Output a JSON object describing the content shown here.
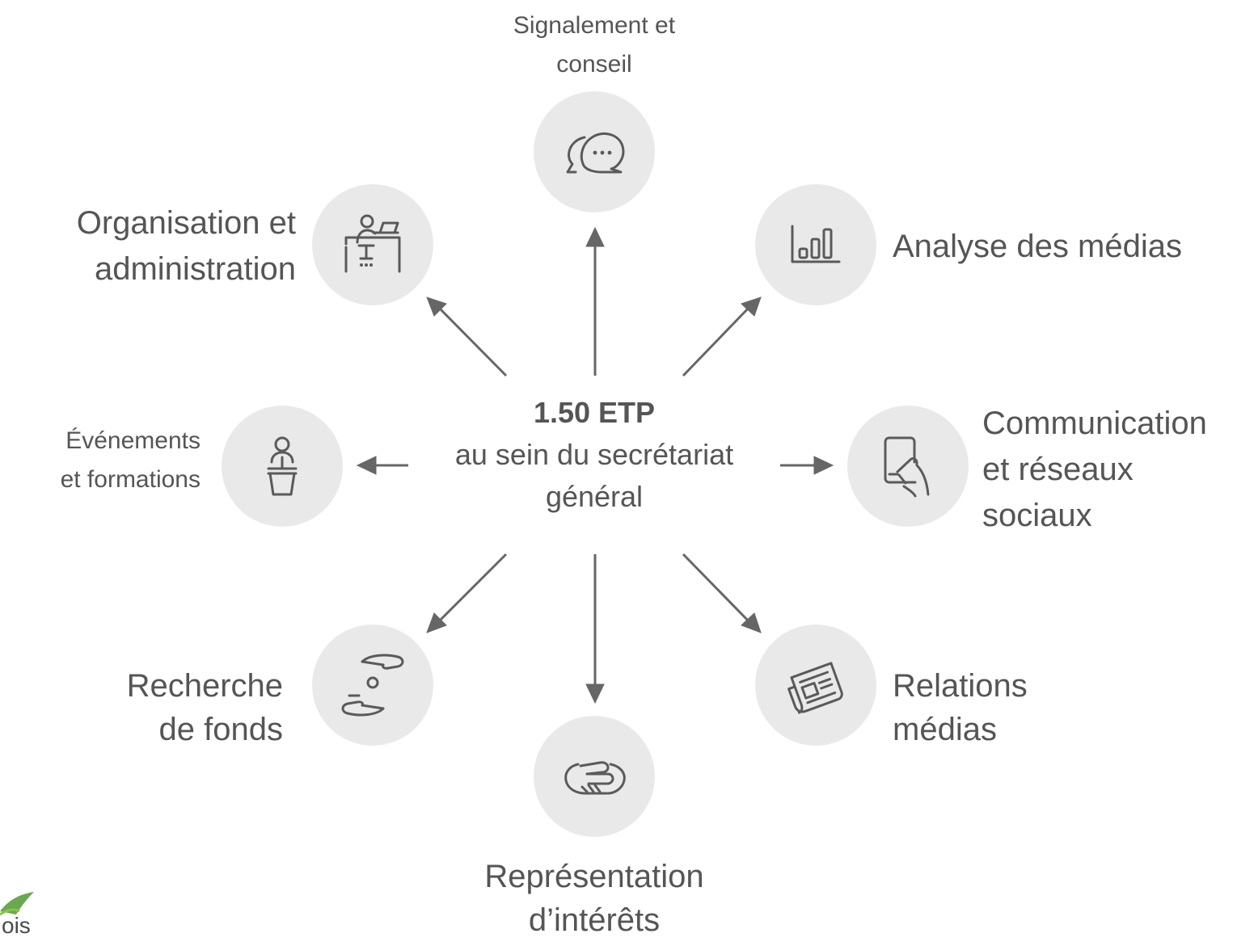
{
  "center": {
    "headline": "1.50 ETP",
    "line2": "au sein du secrétariat",
    "line3": "général"
  },
  "nodes": [
    {
      "id": "signalement",
      "icon": "chat-bubbles-icon",
      "label_lines": [
        "Signalement et",
        "conseil"
      ]
    },
    {
      "id": "analyse",
      "icon": "bar-chart-icon",
      "label_lines": [
        "Analyse des médias"
      ]
    },
    {
      "id": "communication",
      "icon": "smartphone-hand-icon",
      "label_lines": [
        "Communication",
        "et réseaux",
        "sociaux"
      ]
    },
    {
      "id": "relations",
      "icon": "newspaper-icon",
      "label_lines": [
        "Relations",
        "médias"
      ]
    },
    {
      "id": "representation",
      "icon": "handshake-icon",
      "label_lines": [
        "Représentation",
        "d’intérêts"
      ]
    },
    {
      "id": "recherche",
      "icon": "giving-hands-coin-icon",
      "label_lines": [
        "Recherche",
        "de fonds"
      ]
    },
    {
      "id": "evenements",
      "icon": "podium-speaker-icon",
      "label_lines": [
        "Événements",
        "et formations"
      ]
    },
    {
      "id": "organisation",
      "icon": "office-desk-icon",
      "label_lines": [
        "Organisation et",
        "administration"
      ]
    }
  ],
  "logo": {
    "icon": "leaf-logo-icon",
    "text": "ois"
  },
  "colors": {
    "circle": "#e9e9e9",
    "arrow": "#666666",
    "text": "#555555",
    "icon": "#5a5a5a",
    "logo_green": "#6aa84f"
  }
}
